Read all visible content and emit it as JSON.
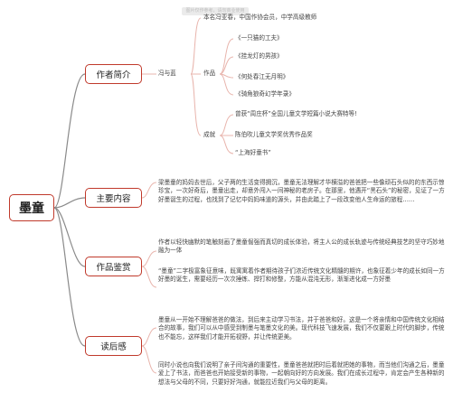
{
  "watermark": "图片仅作参考，请勿商业使用",
  "root": "墨童",
  "branches": {
    "author": {
      "label": "作者简介",
      "name": "冯与蓝",
      "intro": "本名冯亚春，中国作协会员，中学高级教师",
      "works_label": "作品",
      "works": [
        "《一只猫的工夫》",
        "《挂龙灯的男孩》",
        "《何处春江无月明》",
        "《骑角狼奇幻学年录》"
      ],
      "awards_label": "成就",
      "awards": [
        "曾获“周庄杯”全国儿童文学短篇小说大赛特等!",
        "陈伯吹儿童文学奖优秀作品奖",
        "“上海好童书”"
      ]
    },
    "content": {
      "label": "主要内容",
      "text": "梁墨童的妈妈去世后，父子两的生活变得拥沉，墨童无法理解才华横溢的爸爸把一些像顽石头似的的东西示惊珍宝，一次好奇后，墨童出走，却意外闯入一间神秘的老房子。在那里，他遇开“黑石头”的秘密，见证了一方好墨诞生的过程，也找到了记忆中妈妈味道的源头，并由此踏上了一段改变他人生命运的旅程……"
    },
    "appreciation": {
      "label": "作品鉴赏",
      "text1": "作者以轻快幽默的笔触刻画了墨童倔强而真切的成长体验，将主人公的成长轨迹与传统经典技艺的坚守巧妙地融为一体",
      "text2": "“墨童”二字极富象征意味，既寓寓着作者期待孩子们浓近传统文化精髓的期许，也象征着少年的成长如同一方好墨的诞生，需要经历一次次捶炼、捍打和修整，方能从混沌无形，渐渐进化成一方好墨"
    },
    "reflection": {
      "label": "读后感",
      "text1": "墨童从一开始不理解爸爸的做法，到后来主动学习书法，并于爸爸和好。这是一个将亲情和中国传统文化相结合的故事，我们可以从中感受到制墨与笔墨文化的美。现代科技飞速发展，我们不仅要跟上时代的脚步，传统也不能忘，这样我们才能开拓视野，并让传统更美。",
      "text2": "同时小说也向我们说明了亲子间沟通的重要性，墨童爸爸就把时后着就把她的事物，而当他们沟通之后，墨童爱上了书法，而爸爸也开始接受新的事物，一起朝向好的方向发展。我们在成长过程中，肯定会产生各种新的想法与父母的不同，只要好好沟通，就能拉近我们与父母的距离。"
    }
  },
  "colors": {
    "accent": "#c0392b",
    "branch_link": "#e8b4ac",
    "root_link": "#8a8a8a",
    "text": "#444444"
  }
}
